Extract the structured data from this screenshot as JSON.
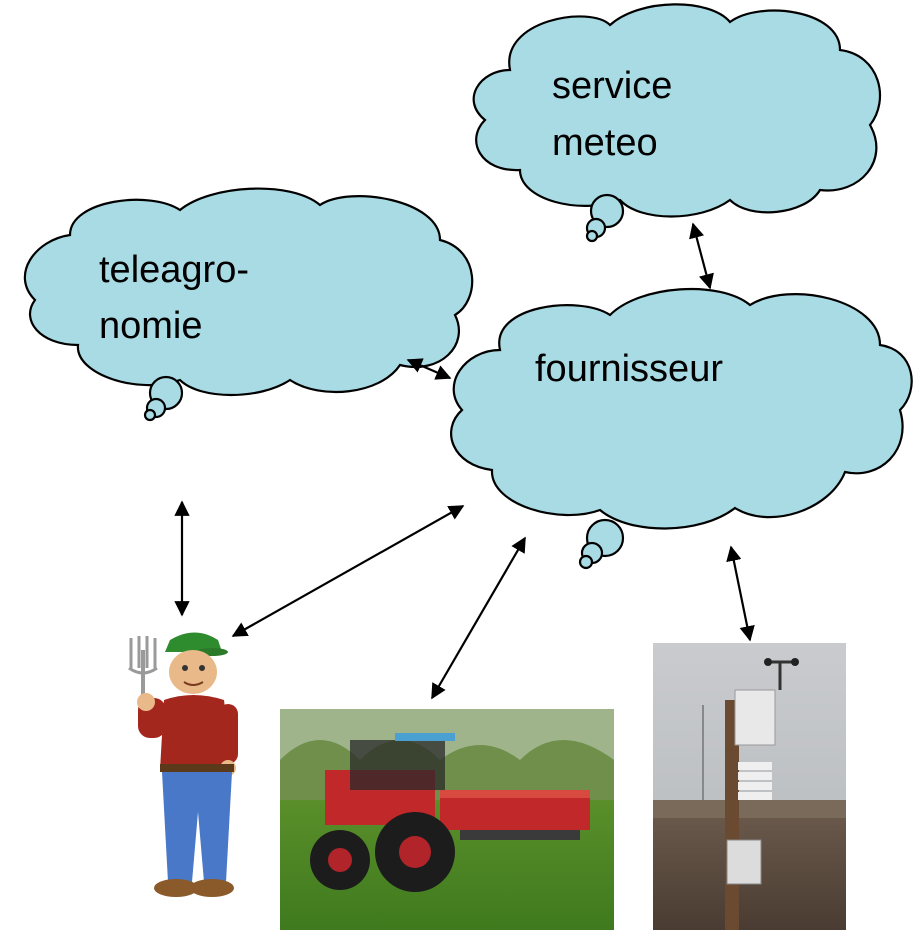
{
  "colors": {
    "cloud_fill": "#a9dbe4",
    "cloud_stroke": "#000000",
    "arrow": "#000000"
  },
  "clouds": {
    "service_meteo": {
      "line1": "service",
      "line2": "meteo"
    },
    "teleagronomie": {
      "line1": "teleagro-",
      "line2": "nomie"
    },
    "fournisseur": {
      "line1": "fournisseur"
    }
  },
  "pictures": {
    "farmer": "farmer-clipart",
    "tractor": "tractor-with-spreader-photo",
    "weather_station": "weather-station-photo"
  },
  "connections": [
    {
      "from": "service-meteo",
      "to": "fournisseur",
      "type": "bidirectional"
    },
    {
      "from": "teleagronomie",
      "to": "fournisseur",
      "type": "bidirectional"
    },
    {
      "from": "teleagronomie",
      "to": "farmer",
      "type": "bidirectional"
    },
    {
      "from": "fournisseur",
      "to": "farmer",
      "type": "bidirectional"
    },
    {
      "from": "fournisseur",
      "to": "tractor",
      "type": "bidirectional"
    },
    {
      "from": "fournisseur",
      "to": "weather-station",
      "type": "bidirectional"
    }
  ]
}
